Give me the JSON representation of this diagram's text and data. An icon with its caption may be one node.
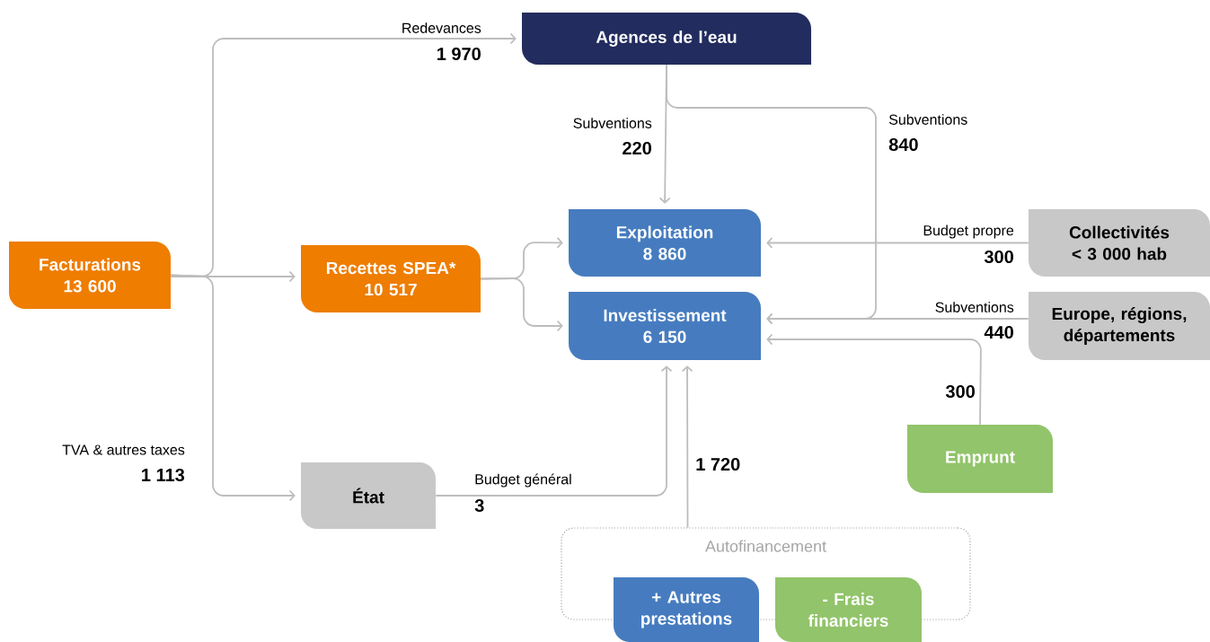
{
  "diagram": {
    "nodes": [
      {
        "text": [
          "Agences de l’eau"
        ]
      },
      {
        "text": [
          "Facturations",
          "13 600"
        ]
      },
      {
        "text": [
          "Recettes SPEA*",
          "10 517"
        ]
      },
      {
        "text": [
          "Exploitation",
          "8 860"
        ]
      },
      {
        "text": [
          "Investissement",
          "6 150"
        ]
      },
      {
        "text": [
          "Collectivités < 3 000 hab"
        ]
      },
      {
        "text": [
          "Europe, régions, départements"
        ]
      },
      {
        "text": [
          "Emprunt"
        ]
      },
      {
        "text": [
          "État"
        ]
      },
      {
        "text": [
          "Autofinancement"
        ]
      },
      {
        "text": [
          "+ Autres prestations"
        ]
      },
      {
        "text": [
          "- Frais financiers"
        ]
      }
    ],
    "edges": [
      {
        "from": 1,
        "to": 0,
        "arrow": "to",
        "label": "Redevances"
      },
      {
        "from": 1,
        "to": 2,
        "arrow": "to"
      },
      {
        "from": 1,
        "to": 8,
        "arrow": "to",
        "label": "TVA & autres taxes"
      },
      {
        "from": 2,
        "to": 3,
        "arrow": "to"
      },
      {
        "from": 2,
        "to": 4,
        "arrow": "to"
      },
      {
        "from": 0,
        "to": 3,
        "arrow": "to",
        "label": "Subventions"
      },
      {
        "from": 0,
        "to": 4,
        "arrow": "to",
        "label": "Subventions"
      },
      {
        "from": 5,
        "to": 3,
        "arrow": "to",
        "label": "Budget propre"
      },
      {
        "from": 6,
        "to": 4,
        "arrow": "to",
        "label": "Subventions"
      },
      {
        "from": 7,
        "to": 4,
        "arrow": "to"
      },
      {
        "from": 8,
        "to": 4,
        "arrow": "to",
        "label": "Budget général"
      },
      {
        "from": 9,
        "to": 4,
        "arrow": "to"
      }
    ],
    "labels": [
      "1 970",
      "220",
      "840",
      "300",
      "440",
      "300",
      "1 113",
      "3",
      "1 720"
    ]
  }
}
